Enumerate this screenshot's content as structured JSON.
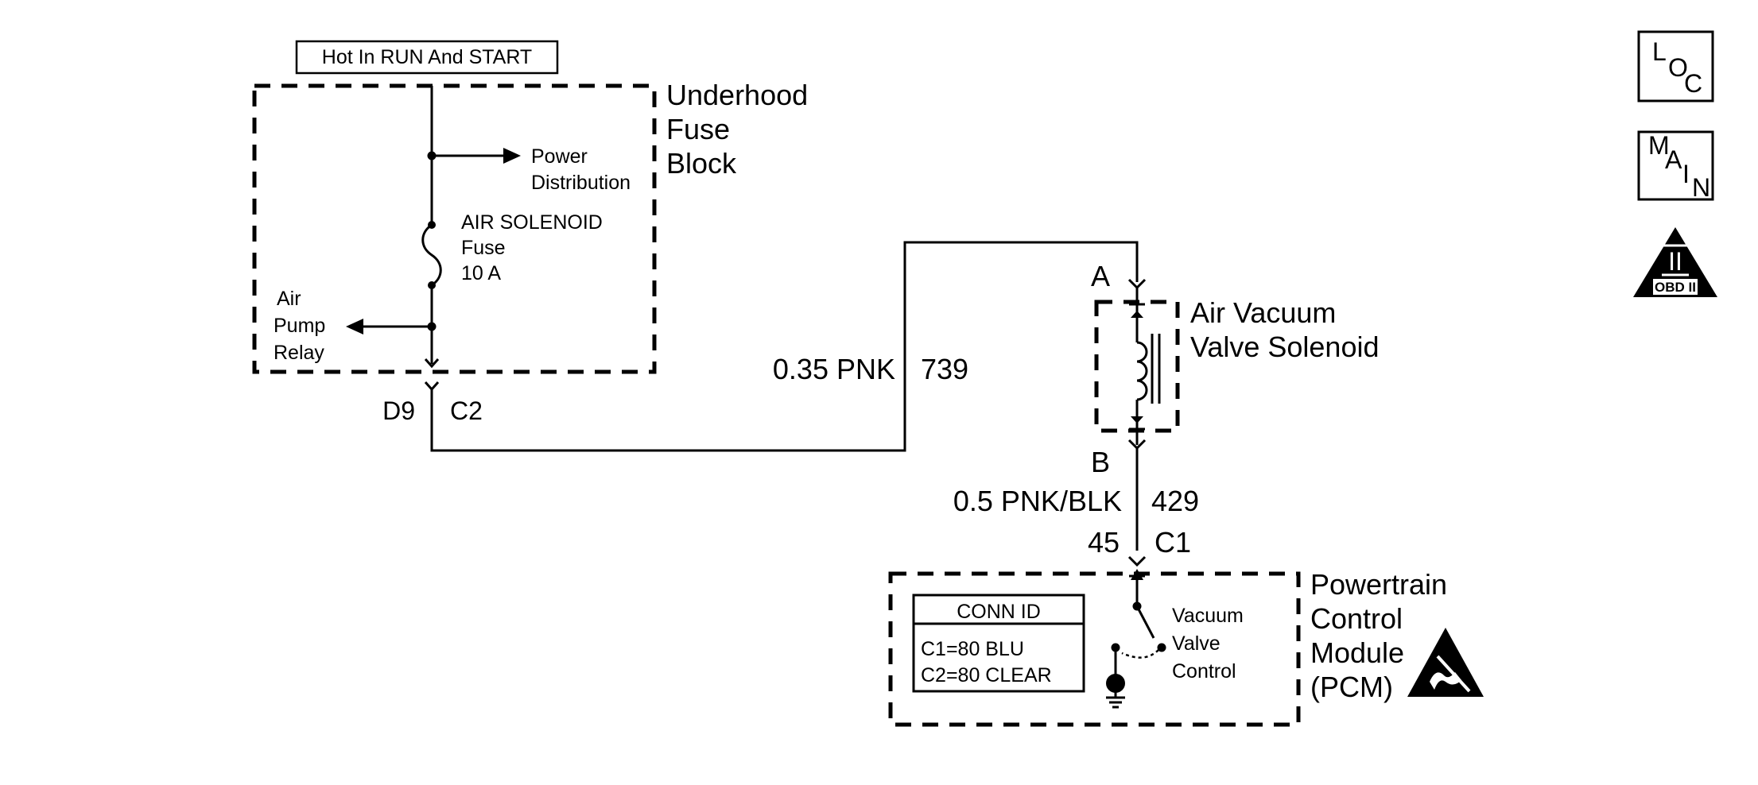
{
  "hot_in_label": "Hot In RUN And START",
  "fuse_block": {
    "name_line1": "Underhood",
    "name_line2": "Fuse",
    "name_line3": "Block",
    "power_dist_line1": "Power",
    "power_dist_line2": "Distribution",
    "fuse_line1": "AIR SOLENOID",
    "fuse_line2": "Fuse",
    "fuse_line3": "10 A",
    "relay_line1": "Air",
    "relay_line2": "Pump",
    "relay_line3": "Relay"
  },
  "connector_c2": {
    "pin": "D9",
    "name": "C2"
  },
  "wire_739": {
    "gauge_color": "0.35 PNK",
    "circuit": "739"
  },
  "solenoid": {
    "pin_a": "A",
    "pin_b": "B",
    "name_line1": "Air Vacuum",
    "name_line2": "Valve Solenoid"
  },
  "wire_429": {
    "gauge_color": "0.5 PNK/BLK",
    "circuit": "429"
  },
  "connector_c1": {
    "pin": "45",
    "name": "C1"
  },
  "pcm": {
    "name_line1": "Powertrain",
    "name_line2": "Control",
    "name_line3": "Module",
    "name_line4": "(PCM)",
    "control_line1": "Vacuum",
    "control_line2": "Valve",
    "control_line3": "Control",
    "conn_id_title": "CONN ID",
    "conn_id_line1": "C1=80 BLU",
    "conn_id_line2": "C2=80 CLEAR"
  },
  "side_icons": {
    "loc_letters": [
      "L",
      "O",
      "C"
    ],
    "main_letters": [
      "M",
      "A",
      "I",
      "N"
    ],
    "obd_numeral": "II",
    "obd_label": "OBD II"
  }
}
